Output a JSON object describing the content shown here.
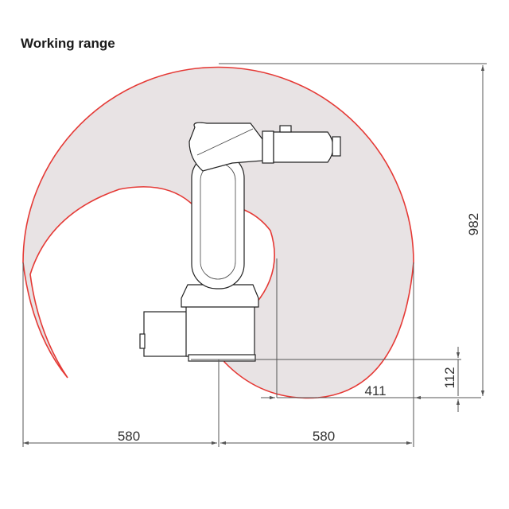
{
  "title": "Working range",
  "colors": {
    "range_outline": "#e53935",
    "range_fill": "#e8e3e4",
    "dimension_line": "#555555"
  },
  "dimensions": {
    "left_reach": "580",
    "right_reach": "580",
    "inner_reach": "411",
    "base_offset": "112",
    "height": "982"
  }
}
